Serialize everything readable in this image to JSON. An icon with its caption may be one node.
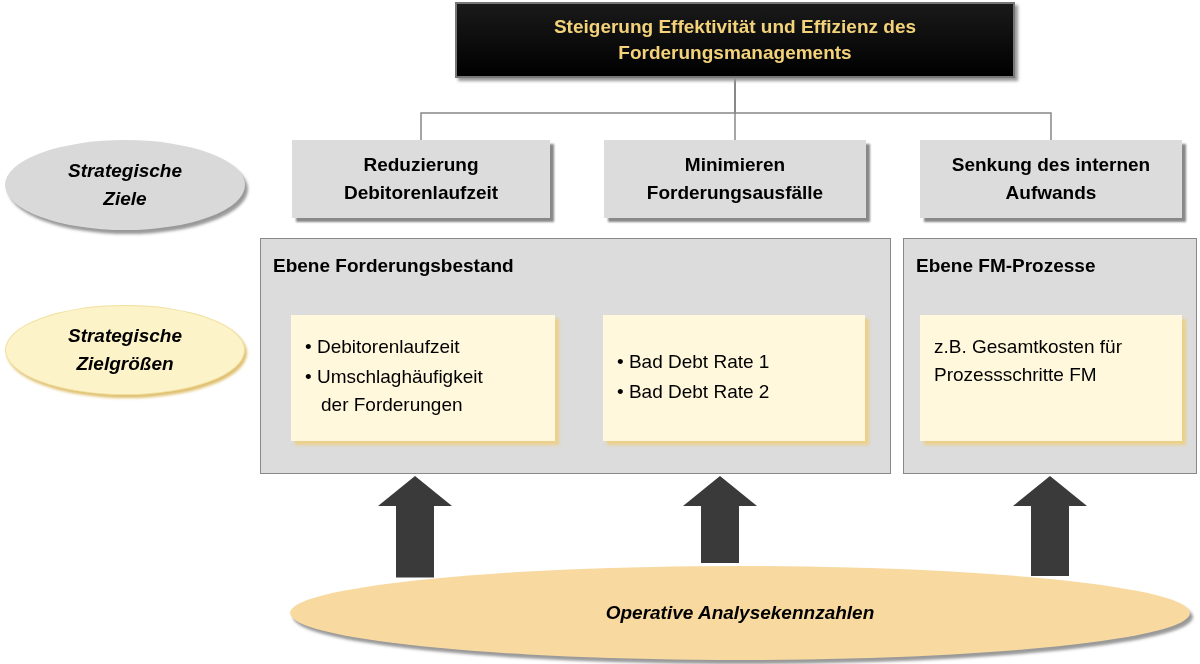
{
  "diagram": {
    "nodes": [
      {
        "text": [
          "Steigerung Effektivität und Effizienz des Forderungsmanagements"
        ]
      },
      {
        "text": [
          "Strategische Ziele"
        ]
      },
      {
        "text": [
          "Reduzierung Debitorenlaufzeit"
        ]
      },
      {
        "text": [
          "Minimieren Forderungsausfälle"
        ]
      },
      {
        "text": [
          "Senkung des internen Aufwands"
        ]
      },
      {
        "text": [
          "Strategische Zielgrößen"
        ]
      },
      {
        "text": [
          "Ebene Forderungsbestand"
        ]
      },
      {
        "text": [
          "• Debitorenlaufzeit",
          "• Umschlaghäufigkeit der Forderungen"
        ],
        "in": 6
      },
      {
        "text": [
          "• Bad Debt Rate 1",
          "• Bad Debt Rate 2"
        ],
        "in": 6
      },
      {
        "text": [
          "Ebene FM-Prozesse"
        ]
      },
      {
        "text": [
          "z.B. Gesamtkosten für Prozessschritte FM"
        ],
        "in": 9
      },
      {
        "text": [
          "Operative Analysekennzahlen"
        ]
      }
    ],
    "edges": [
      {
        "from": 0,
        "to": 2,
        "arrow": "none"
      },
      {
        "from": 0,
        "to": 3,
        "arrow": "none"
      },
      {
        "from": 0,
        "to": 4,
        "arrow": "none"
      },
      {
        "from": 11,
        "to": 6,
        "arrow": "to",
        "style": "thick"
      },
      {
        "from": 11,
        "to": 6,
        "arrow": "to",
        "style": "thick"
      },
      {
        "from": 11,
        "to": 9,
        "arrow": "to",
        "style": "thick"
      }
    ]
  }
}
